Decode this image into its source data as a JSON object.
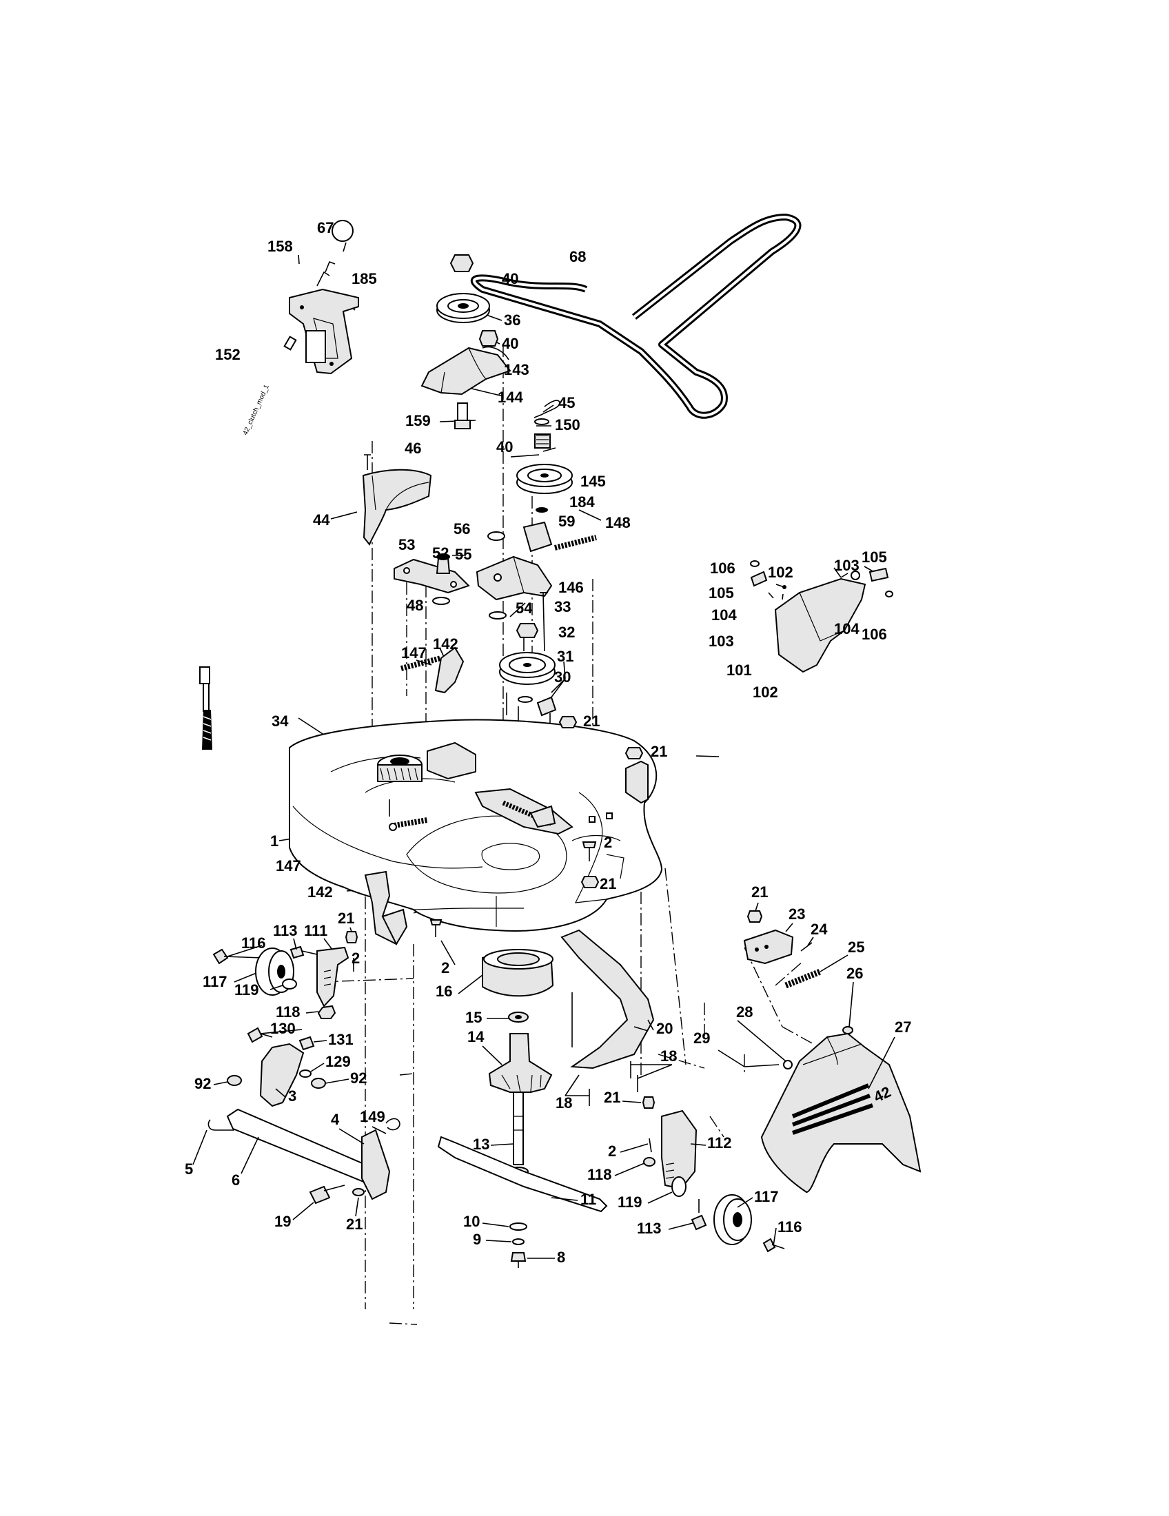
{
  "diagram": {
    "cable_text": "42_clutch_mod_1",
    "deck_badge": "42",
    "labels": {
      "l67": "67",
      "l158": "158",
      "l185": "185",
      "l152": "152",
      "l40a": "40",
      "l36": "36",
      "l40b": "40",
      "l143": "143",
      "l144": "144",
      "l159": "159",
      "l45": "45",
      "l150": "150",
      "l40c": "40",
      "l68": "68",
      "l46": "46",
      "l145": "145",
      "l184": "184",
      "l44": "44",
      "l56": "56",
      "l59": "59",
      "l148": "148",
      "l55": "55",
      "l53": "53",
      "l52": "52",
      "l146": "146",
      "l48": "48",
      "l54": "54",
      "l33": "33",
      "l32": "32",
      "l31": "31",
      "l147a": "147",
      "l142a": "142",
      "l30": "30",
      "l106a": "106",
      "l105a": "105",
      "l102a": "102",
      "l103a": "103",
      "l105b": "105",
      "l104a": "104",
      "l103b": "103",
      "l104b": "104",
      "l106b": "106",
      "l101": "101",
      "l102b": "102",
      "l34": "34",
      "l21a": "21",
      "l21b": "21",
      "l1": "1",
      "l147b": "147",
      "l2a": "2",
      "l21c": "21",
      "l142b": "142",
      "l21d": "21",
      "l2b": "2",
      "l116a": "116",
      "l113a": "113",
      "l111": "111",
      "l2c": "2",
      "l117a": "117",
      "l119a": "119",
      "l118a": "118",
      "l21e": "21",
      "l23": "23",
      "l24": "24",
      "l25": "25",
      "l26": "26",
      "l16": "16",
      "l15": "15",
      "l20": "20",
      "l14": "14",
      "l130": "130",
      "l131": "131",
      "l129": "129",
      "l92a": "92",
      "l92b": "92",
      "l3": "3",
      "l28": "28",
      "l27": "27",
      "l29": "29",
      "l18a": "18",
      "l18b": "18",
      "l21f": "21",
      "l4": "4",
      "l149": "149",
      "l13": "13",
      "l112": "112",
      "l2d": "2",
      "l118b": "118",
      "l5": "5",
      "l6": "6",
      "l11": "11",
      "l119b": "119",
      "l117b": "117",
      "l19": "19",
      "l21g": "21",
      "l10": "10",
      "l9": "9",
      "l8": "8",
      "l113b": "113",
      "l116b": "116"
    }
  }
}
